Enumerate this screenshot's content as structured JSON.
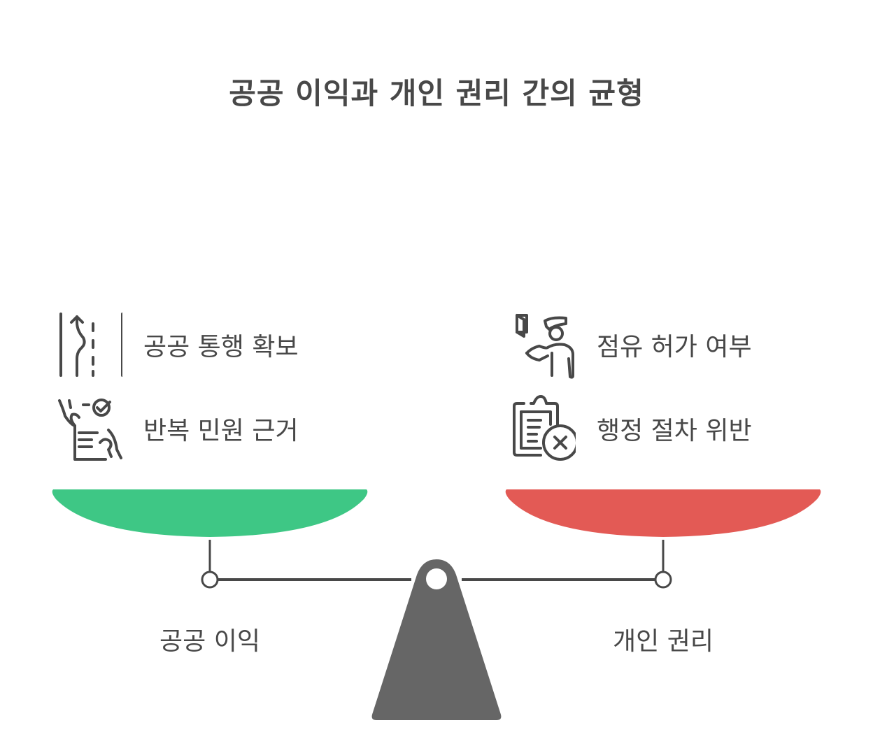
{
  "title": "공공 이익과 개인 권리 간의 균형",
  "left": {
    "label": "공공 이익",
    "color": "#3EC785",
    "items": [
      {
        "label": "공공 통행 확보",
        "icon": "road-lanes-icon"
      },
      {
        "label": "반복 민원 근거",
        "icon": "document-check-hands-icon"
      }
    ]
  },
  "right": {
    "label": "개인 권리",
    "color": "#E35A55",
    "items": [
      {
        "label": "점유 허가 여부",
        "icon": "guard-door-icon"
      },
      {
        "label": "행정 절차 위반",
        "icon": "clipboard-reject-icon"
      }
    ]
  },
  "colors": {
    "fulcrum": "#666666",
    "beam": "#484848",
    "text": "#484848"
  }
}
